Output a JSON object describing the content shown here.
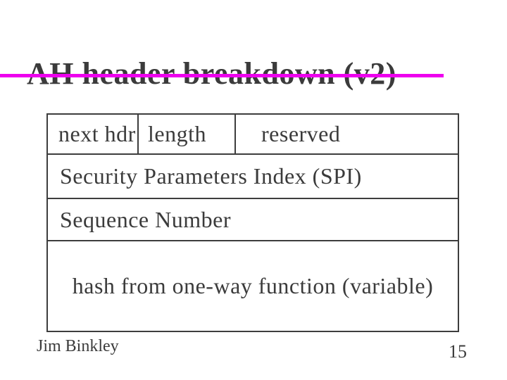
{
  "slide": {
    "title": "AH header breakdown (v2)",
    "diagram": {
      "type": "table",
      "description": "AH packet header field layout",
      "rows": [
        {
          "name": "fields",
          "cells": [
            "next hdr",
            "length",
            "reserved"
          ]
        },
        {
          "name": "spi",
          "cells": [
            "Security Parameters Index (SPI)"
          ]
        },
        {
          "name": "seq",
          "cells": [
            "Sequence Number"
          ]
        },
        {
          "name": "hash",
          "cells": [
            "hash from one-way function (variable)"
          ]
        }
      ]
    },
    "footer": {
      "author": "Jim Binkley",
      "page_number": "15"
    },
    "colors": {
      "background": "#ffffff",
      "text": "#3b3b3b",
      "table_border": "#3d3d3d",
      "accent_rule": "#ee00ee"
    }
  }
}
